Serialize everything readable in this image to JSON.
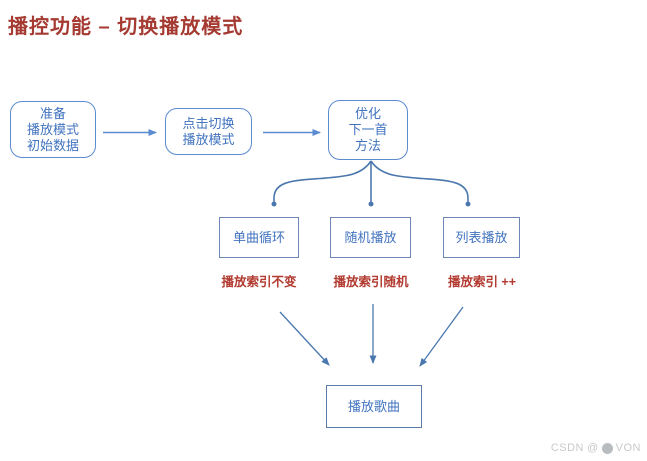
{
  "title": "播控功能 – 切换播放模式",
  "colors": {
    "title_red": "#a43a32",
    "note_red": "#b23a30",
    "node_blue": "#4173bf",
    "border_blue": "#5b8bd0",
    "rect_border": "#6d86b6",
    "connector_blue": "#4a78ae"
  },
  "flowchart": {
    "prepare": {
      "lines": [
        "准备",
        "播放模式",
        "初始数据"
      ]
    },
    "click_switch": {
      "lines": [
        "点击切换",
        "播放模式"
      ]
    },
    "optimize": {
      "lines": [
        "优化",
        "下一首",
        "方法"
      ]
    },
    "modes": [
      {
        "label": "单曲循环",
        "note": "播放索引不变"
      },
      {
        "label": "随机播放",
        "note": "播放索引随机"
      },
      {
        "label": "列表播放",
        "note": "播放索引 ++"
      }
    ],
    "play_song": {
      "label": "播放歌曲"
    }
  },
  "watermark": {
    "prefix": "CSDN",
    "at": "@",
    "suffix": "VON"
  }
}
